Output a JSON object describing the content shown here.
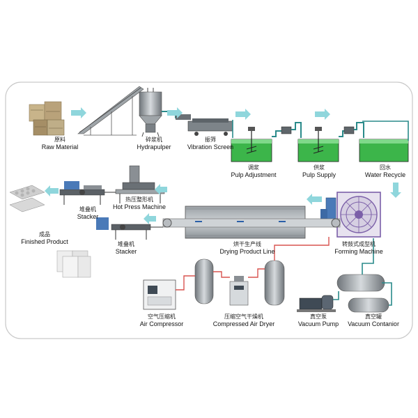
{
  "colors": {
    "flow_arrow": "#8fd6dc",
    "pipe_teal": "#2a8a8a",
    "air_line": "#d9534f",
    "pulp_green": "#3cb54a",
    "steel": "#8a8f94",
    "frame_border": "#c9c9c9",
    "forming_purple": "#7b5fa8"
  },
  "equipment": [
    {
      "id": "raw-material",
      "zh": "原料",
      "en": "Raw Material",
      "icon": "cardboard-bales-icon"
    },
    {
      "id": "hydrapulper",
      "zh": "碎浆机",
      "en": "Hydrapulper",
      "icon": "pulper-hopper-icon"
    },
    {
      "id": "vibration-screen",
      "zh": "振筛",
      "en": "Vibration Screen",
      "icon": "vibration-screen-icon"
    },
    {
      "id": "pulp-adjustment",
      "zh": "调浆",
      "en": "Pulp Adjustment",
      "icon": "pulp-tank-icon"
    },
    {
      "id": "pulp-supply",
      "zh": "供浆",
      "en": "Pulp Supply",
      "icon": "pulp-tank-icon"
    },
    {
      "id": "water-recycle",
      "zh": "回水",
      "en": "Water Recycle",
      "icon": "pulp-tank-icon"
    },
    {
      "id": "forming-machine",
      "zh": "转鼓式成型机",
      "en": "Forming Machine",
      "icon": "rotary-drum-icon"
    },
    {
      "id": "drying-line",
      "zh": "烘干生产线",
      "en": "Drying Product Line",
      "icon": "dryer-tunnel-icon"
    },
    {
      "id": "stacker-top",
      "zh": "堆叠机",
      "en": "Stacker",
      "icon": "stacker-icon"
    },
    {
      "id": "hot-press",
      "zh": "热压整形机",
      "en": "Hot Press Machine",
      "icon": "hot-press-icon"
    },
    {
      "id": "stacker-bottom",
      "zh": "堆叠机",
      "en": "Stacker",
      "icon": "stacker-icon"
    },
    {
      "id": "finished-product",
      "zh": "成品",
      "en": "Finished Product",
      "icon": "egg-tray-icon"
    },
    {
      "id": "air-compressor",
      "zh": "空气压缩机",
      "en": "Air Compressor",
      "icon": "compressor-icon"
    },
    {
      "id": "air-dryer",
      "zh": "压缩空气干燥机",
      "en": "Compressed Air Dryer",
      "icon": "air-dryer-icon"
    },
    {
      "id": "vacuum-pump",
      "zh": "真空泵",
      "en": "Vacuum Pump",
      "icon": "vacuum-pump-icon"
    },
    {
      "id": "vacuum-container",
      "zh": "真空罐",
      "en": "Vacuum Contanior",
      "icon": "vacuum-tank-icon"
    }
  ]
}
